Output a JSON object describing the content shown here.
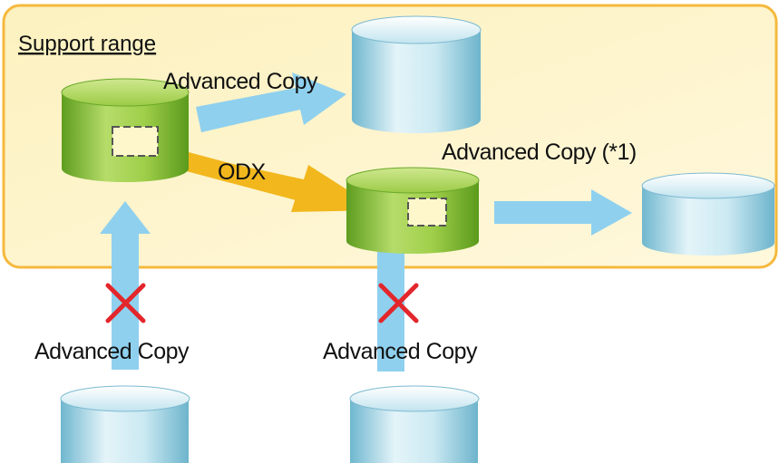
{
  "diagram": {
    "region_title": "Support range",
    "labels": {
      "copy_top": "Advanced Copy",
      "odx": "ODX",
      "copy_right": "Advanced Copy (*1)",
      "copy_bottom_left": "Advanced Copy",
      "copy_bottom_middle": "Advanced Copy"
    },
    "colors": {
      "region_fill": "#fdf3c4",
      "region_border": "#f5b93e",
      "copy_arrow": "#8fd0ee",
      "odx_arrow": "#f2b71d",
      "green_volume": "#8dc63f",
      "blue_volume": "#c8e8f2",
      "not_supported_mark": "#e3262b"
    },
    "icons": {
      "source_volume": "cylinder-green",
      "odx_target_volume": "cylinder-green",
      "copy_target_volume": "cylinder-blue",
      "not_supported": "red-x"
    }
  }
}
